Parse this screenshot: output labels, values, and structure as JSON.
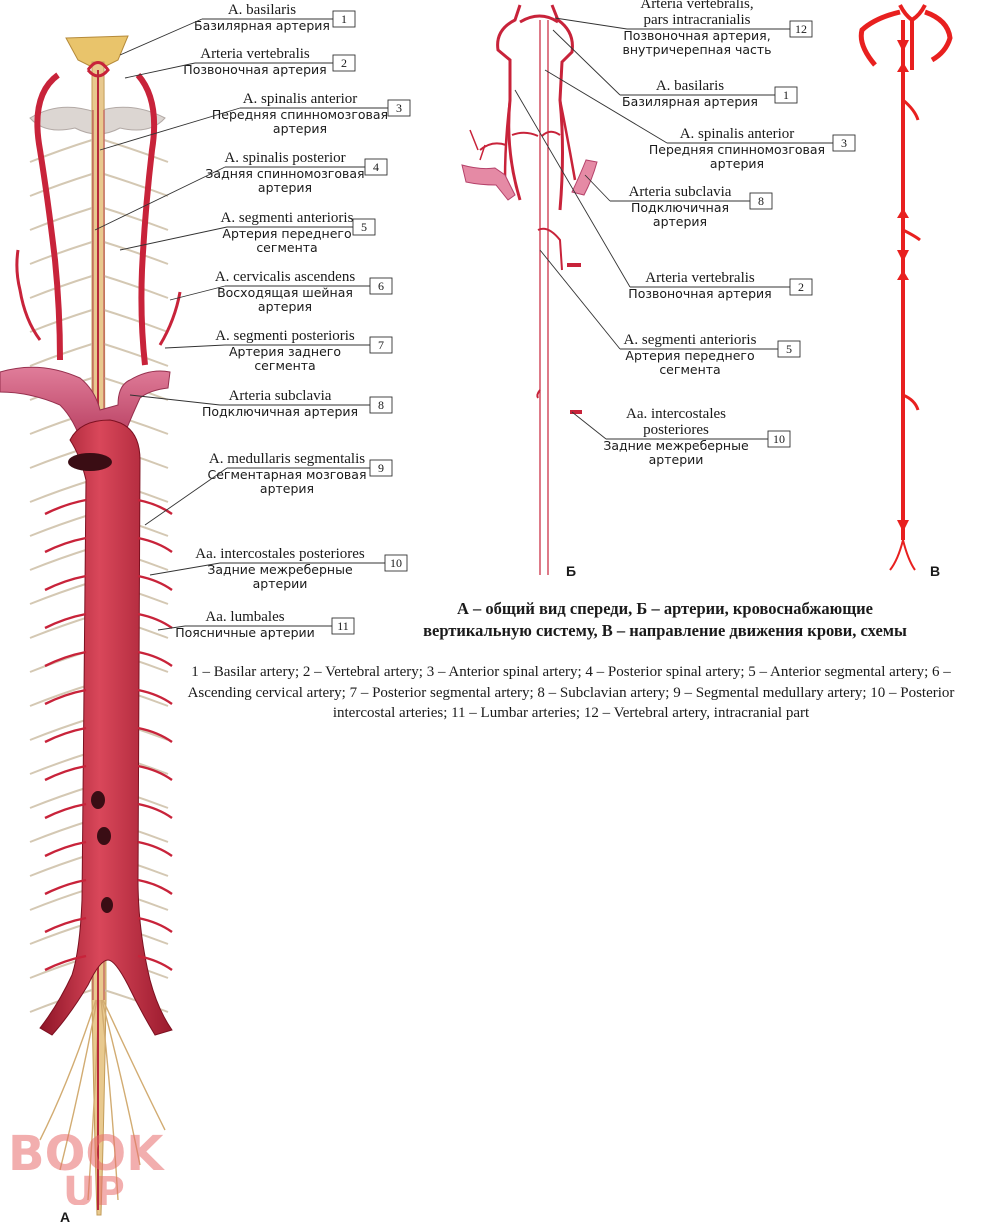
{
  "panels": {
    "a": "A",
    "b": "Б",
    "c": "В"
  },
  "labels": [
    {
      "n": "1",
      "lat": "A. basilaris",
      "ru": [
        "Базилярная артерия"
      ]
    },
    {
      "n": "2",
      "lat": "Arteria vertebralis",
      "ru": [
        "Позвоночная артерия"
      ]
    },
    {
      "n": "3",
      "lat": "A. spinalis anterior",
      "ru": [
        "Передняя спинномозговая",
        "артерия"
      ]
    },
    {
      "n": "4",
      "lat": "A. spinalis posterior",
      "ru": [
        "Задняя спинномозговая",
        "артерия"
      ]
    },
    {
      "n": "5",
      "lat": "A. segmenti anterioris",
      "ru": [
        "Артерия переднего",
        "сегмента"
      ]
    },
    {
      "n": "6",
      "lat": "A. cervicalis ascendens",
      "ru": [
        "Восходящая шейная",
        "артерия"
      ]
    },
    {
      "n": "7",
      "lat": "A. segmenti posterioris",
      "ru": [
        "Артерия заднего",
        "сегмента"
      ]
    },
    {
      "n": "8",
      "lat": "Arteria subclavia",
      "ru": [
        "Подключичная артерия"
      ]
    },
    {
      "n": "9",
      "lat": "A. medullaris segmentalis",
      "ru": [
        "Сегментарная мозговая",
        "артерия"
      ]
    },
    {
      "n": "10",
      "lat": "Aa. intercostales posteriores",
      "ru": [
        "Задние межреберные",
        "артерии"
      ]
    },
    {
      "n": "11",
      "lat": "Aa. lumbales",
      "ru": [
        "Поясничные артерии"
      ]
    }
  ],
  "labels_b": [
    {
      "n": "12",
      "lat": [
        "Arteria vertebralis,",
        "pars intracranialis"
      ],
      "ru": [
        "Позвоночная артерия,",
        "внутричерепная часть"
      ]
    },
    {
      "n": "1",
      "lat": [
        "A. basilaris"
      ],
      "ru": [
        "Базилярная артерия"
      ]
    },
    {
      "n": "3",
      "lat": [
        "A. spinalis anterior"
      ],
      "ru": [
        "Передняя спинномозговая",
        "артерия"
      ]
    },
    {
      "n": "8",
      "lat": [
        "Arteria subclavia"
      ],
      "ru": [
        "Подключичная",
        "артерия"
      ]
    },
    {
      "n": "2",
      "lat": [
        "Arteria vertebralis"
      ],
      "ru": [
        "Позвоночная артерия"
      ]
    },
    {
      "n": "5",
      "lat": [
        "A. segmenti anterioris"
      ],
      "ru": [
        "Артерия переднего",
        "сегмента"
      ]
    },
    {
      "n": "10",
      "lat": [
        "Aa. intercostales",
        "posteriores"
      ],
      "ru": [
        "Задние межреберные",
        "артерии"
      ]
    }
  ],
  "caption": {
    "line1": "А – общий вид спереди, Б – артерии, кровоснабжающие",
    "line2": "вертикальную систему, В – направление движения крови, схемы"
  },
  "legend": "1 – Basilar artery; 2 – Vertebral artery; 3 – Anterior spinal artery; 4 – Posterior spinal artery; 5 – Anterior segmental artery; 6 – Ascending cervical artery; 7 – Posterior segmental artery; 8 – Subclavian artery; 9 – Segmental medullary artery; 10 – Posterior intercostal arteries; 11 – Lumbar arteries; 12 – Vertebral artery, intracranial part",
  "watermark": {
    "line1": "BOOK",
    "line2": "UP"
  },
  "colors": {
    "artery": "#c8233a",
    "artery_dark": "#9e1a2c",
    "nerve": "#d9b97a",
    "scheme": "#e8201f"
  }
}
